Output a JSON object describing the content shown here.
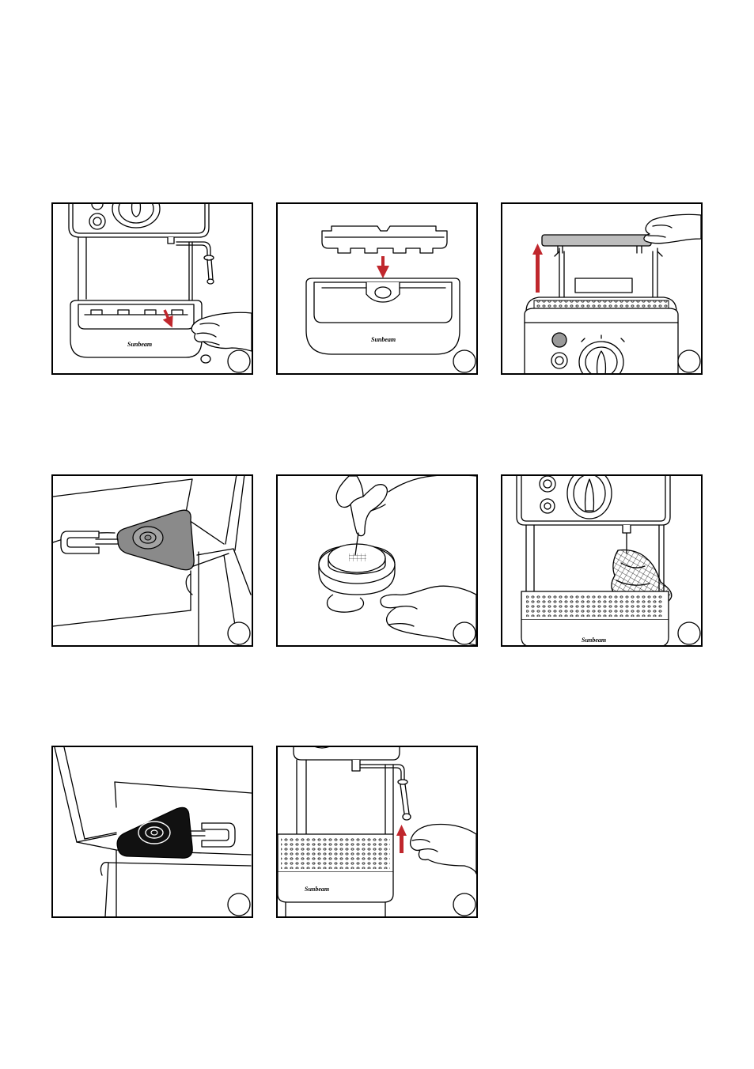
{
  "colors": {
    "outline": "#000000",
    "arrow": "#c0272d",
    "knob_grey": "#8a8a8a",
    "knob_black": "#111111",
    "lid_grey": "#bdbdbd"
  },
  "panels": {
    "p1": {
      "logo": "Sunbeam",
      "icon": "drip-tray-removal-icon"
    },
    "p2": {
      "logo": "Sunbeam",
      "icon": "drip-tray-grill-icon"
    },
    "p3": {
      "icon": "water-tank-lid-icon"
    },
    "p4": {
      "icon": "steam-knob-grey-icon"
    },
    "p5": {
      "icon": "filter-disc-cleaning-icon"
    },
    "p6": {
      "logo": "Sunbeam",
      "icon": "steam-wand-cloth-icon"
    },
    "p7": {
      "icon": "steam-knob-black-icon"
    },
    "p8": {
      "logo": "Sunbeam",
      "icon": "frothing-sleeve-removal-icon"
    }
  }
}
